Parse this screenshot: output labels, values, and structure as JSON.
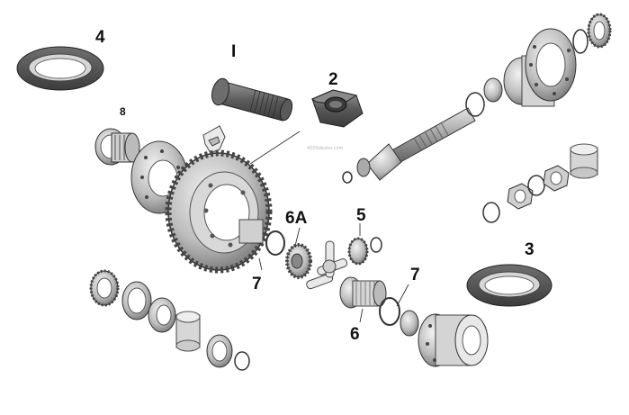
{
  "diagram": {
    "callouts": {
      "c1": "I",
      "c2": "2",
      "c3": "3",
      "c4": "4",
      "c5": "5",
      "c6": "6",
      "c6a": "6A",
      "c7_left": "7",
      "c7_right": "7",
      "c8": "8"
    },
    "watermark": "4000dealer.com"
  }
}
